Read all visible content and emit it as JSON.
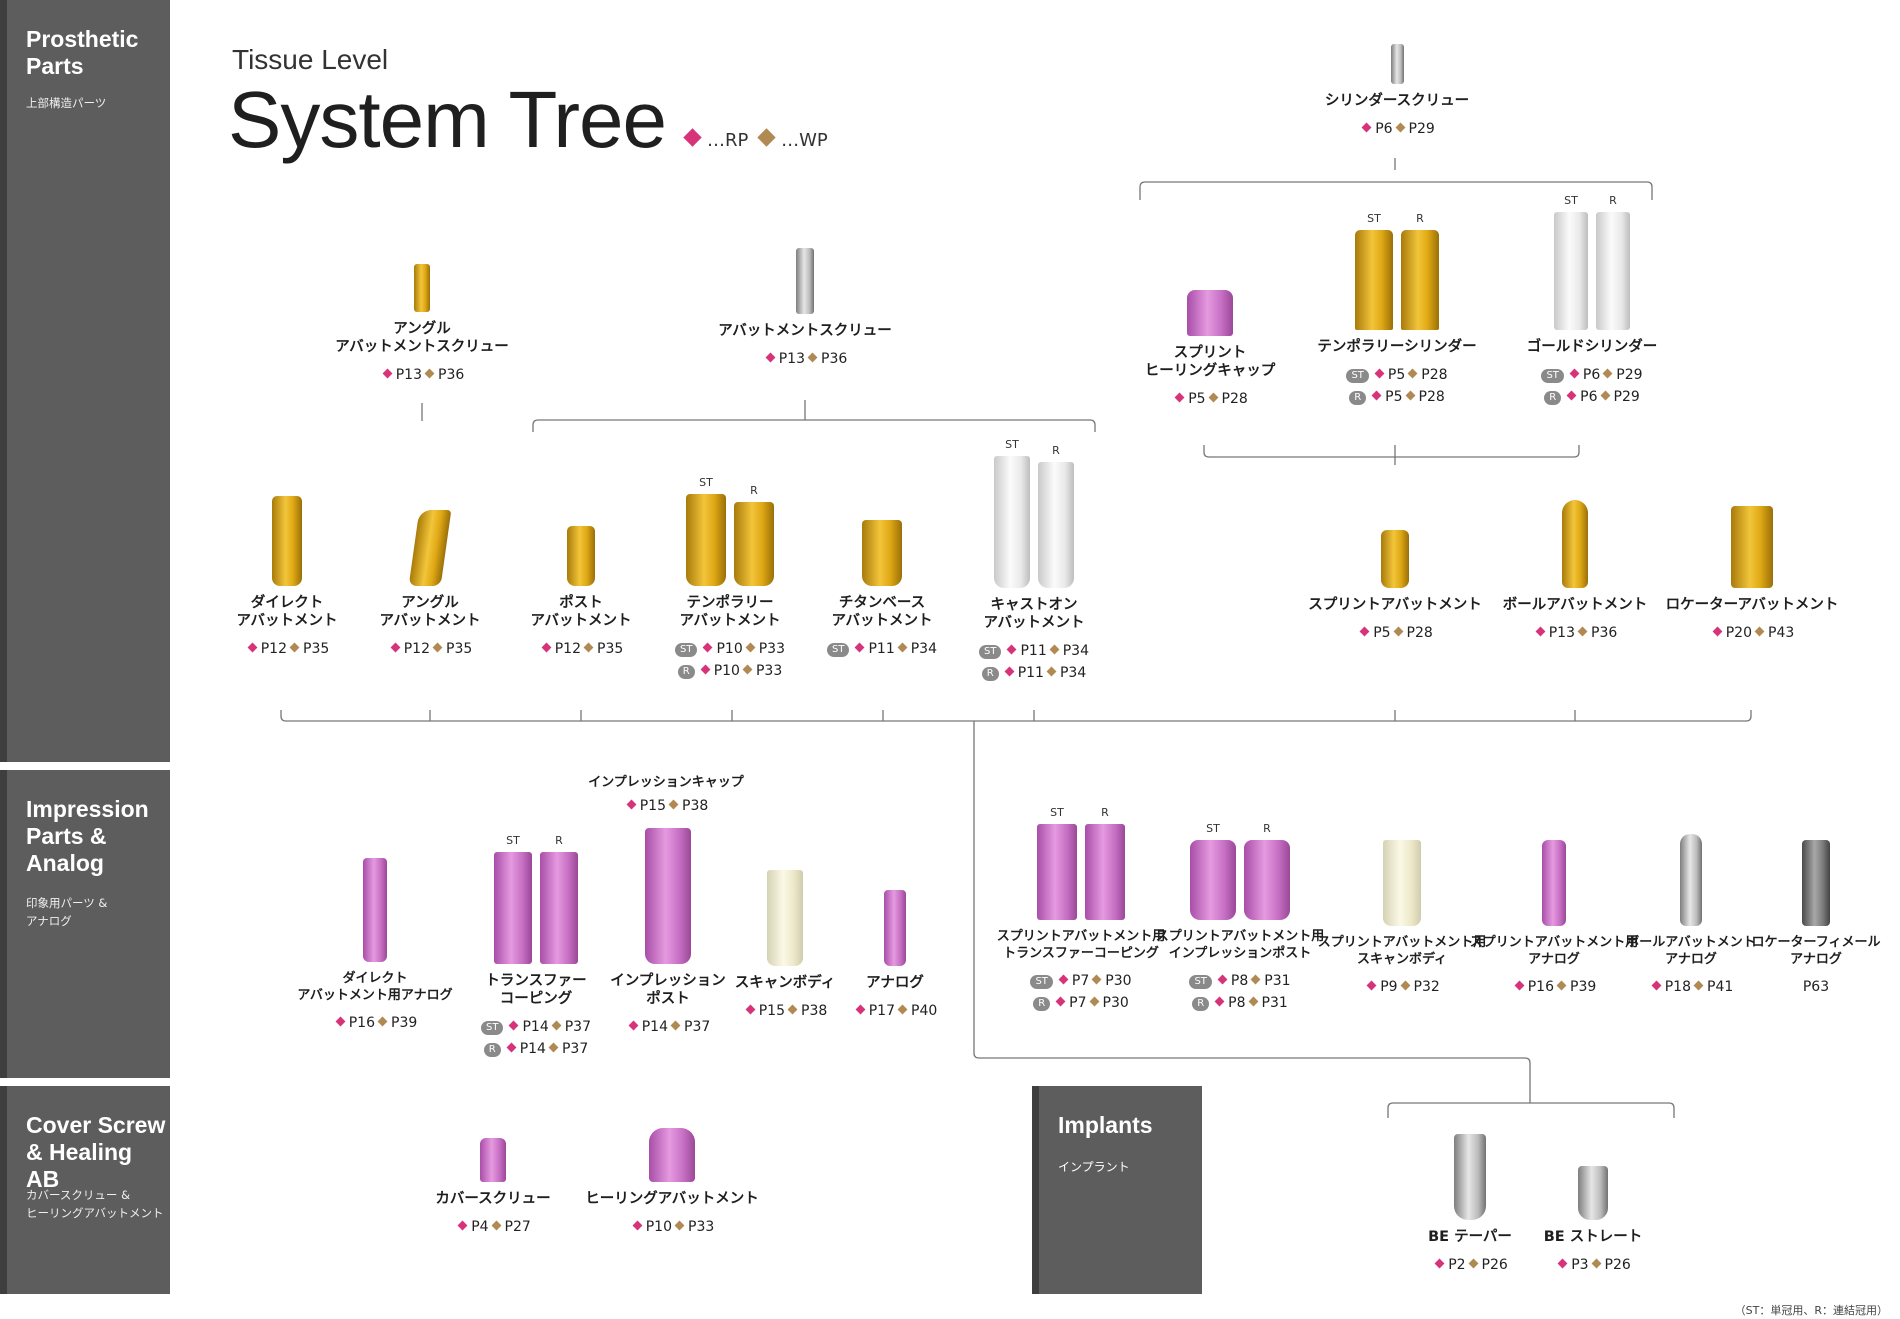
{
  "sidebar": {
    "prosthetic": {
      "title": "Prosthetic\nParts",
      "subtitle": "上部構造パーツ"
    },
    "impression": {
      "title": "Impression\nParts &\nAnalog",
      "subtitle": "印象用パーツ &\nアナログ"
    },
    "cover": {
      "title": "Cover Screw\n& Healing AB",
      "subtitle": "カバースクリュー &\nヒーリングアバットメント"
    },
    "implants": {
      "title": "Implants",
      "subtitle": "インプラント"
    }
  },
  "header": {
    "small_title": "Tissue Level",
    "big_title": "System Tree"
  },
  "legend": {
    "rp_label": "…RP",
    "wp_label": "…WP",
    "rp_color": "#d6337a",
    "wp_color": "#b08a52"
  },
  "variants": {
    "st": "ST",
    "r": "R"
  },
  "items": {
    "cylinder_screw": {
      "name": "シリンダースクリュー",
      "refs": [
        {
          "rp": "P6",
          "wp": "P29"
        }
      ]
    },
    "splint_healing_cap": {
      "name": "スプリント\nヒーリングキャップ",
      "refs": [
        {
          "rp": "P5",
          "wp": "P28"
        }
      ]
    },
    "temporary_cylinder": {
      "name": "テンポラリーシリンダー",
      "refs": [
        {
          "badge": "ST",
          "rp": "P5",
          "wp": "P28"
        },
        {
          "badge": "R",
          "rp": "P5",
          "wp": "P28"
        }
      ]
    },
    "gold_cylinder": {
      "name": "ゴールドシリンダー",
      "refs": [
        {
          "badge": "ST",
          "rp": "P6",
          "wp": "P29"
        },
        {
          "badge": "R",
          "rp": "P6",
          "wp": "P29"
        }
      ]
    },
    "angle_abutment_screw": {
      "name": "アングル\nアバットメントスクリュー",
      "refs": [
        {
          "rp": "P13",
          "wp": "P36"
        }
      ]
    },
    "abutment_screw": {
      "name": "アバットメントスクリュー",
      "refs": [
        {
          "rp": "P13",
          "wp": "P36"
        }
      ]
    },
    "direct_abutment": {
      "name": "ダイレクト\nアバットメント",
      "refs": [
        {
          "rp": "P12",
          "wp": "P35"
        }
      ]
    },
    "angle_abutment": {
      "name": "アングル\nアバットメント",
      "refs": [
        {
          "rp": "P12",
          "wp": "P35"
        }
      ]
    },
    "post_abutment": {
      "name": "ポスト\nアバットメント",
      "refs": [
        {
          "rp": "P12",
          "wp": "P35"
        }
      ]
    },
    "temporary_abutment": {
      "name": "テンポラリー\nアバットメント",
      "refs": [
        {
          "badge": "ST",
          "rp": "P10",
          "wp": "P33"
        },
        {
          "badge": "R",
          "rp": "P10",
          "wp": "P33"
        }
      ]
    },
    "titanium_base_abutment": {
      "name": "チタンベース\nアバットメント",
      "refs": [
        {
          "badge": "ST",
          "rp": "P11",
          "wp": "P34"
        }
      ]
    },
    "cast_on_abutment": {
      "name": "キャストオン\nアバットメント",
      "refs": [
        {
          "badge": "ST",
          "rp": "P11",
          "wp": "P34"
        },
        {
          "badge": "R",
          "rp": "P11",
          "wp": "P34"
        }
      ]
    },
    "splint_abutment": {
      "name": "スプリントアバットメント",
      "refs": [
        {
          "rp": "P5",
          "wp": "P28"
        }
      ]
    },
    "ball_abutment": {
      "name": "ボールアバットメント",
      "refs": [
        {
          "rp": "P13",
          "wp": "P36"
        }
      ]
    },
    "locator_abutment": {
      "name": "ロケーターアバットメント",
      "refs": [
        {
          "rp": "P20",
          "wp": "P43"
        }
      ]
    },
    "impression_cap": {
      "name": "インプレッションキャップ",
      "refs": [
        {
          "rp": "P15",
          "wp": "P38"
        }
      ]
    },
    "direct_abutment_analog": {
      "name": "ダイレクト\nアバットメント用アナログ",
      "refs": [
        {
          "rp": "P16",
          "wp": "P39"
        }
      ]
    },
    "transfer_coping": {
      "name": "トランスファー\nコーピング",
      "refs": [
        {
          "badge": "ST",
          "rp": "P14",
          "wp": "P37"
        },
        {
          "badge": "R",
          "rp": "P14",
          "wp": "P37"
        }
      ]
    },
    "impression_post": {
      "name": "インプレッション\nポスト",
      "refs": [
        {
          "rp": "P14",
          "wp": "P37"
        }
      ]
    },
    "scan_body": {
      "name": "スキャンボディ",
      "refs": [
        {
          "rp": "P15",
          "wp": "P38"
        }
      ]
    },
    "analog": {
      "name": "アナログ",
      "refs": [
        {
          "rp": "P17",
          "wp": "P40"
        }
      ]
    },
    "splint_transfer_coping": {
      "name": "スプリントアバットメント用\nトランスファーコーピング",
      "refs": [
        {
          "badge": "ST",
          "rp": "P7",
          "wp": "P30"
        },
        {
          "badge": "R",
          "rp": "P7",
          "wp": "P30"
        }
      ]
    },
    "splint_impression_post": {
      "name": "スプリントアバットメント用\nインプレッションポスト",
      "refs": [
        {
          "badge": "ST",
          "rp": "P8",
          "wp": "P31"
        },
        {
          "badge": "R",
          "rp": "P8",
          "wp": "P31"
        }
      ]
    },
    "splint_scan_body": {
      "name": "スプリントアバットメント用\nスキャンボディ",
      "refs": [
        {
          "rp": "P9",
          "wp": "P32"
        }
      ]
    },
    "splint_analog": {
      "name": "スプリントアバットメント用\nアナログ",
      "refs": [
        {
          "rp": "P16",
          "wp": "P39"
        }
      ]
    },
    "ball_abutment_analog": {
      "name": "ボールアバットメント\nアナログ",
      "refs": [
        {
          "rp": "P18",
          "wp": "P41"
        }
      ]
    },
    "locator_female_analog": {
      "name": "ロケーターフィメール\nアナログ",
      "refs": [
        {
          "plain": "P63"
        }
      ]
    },
    "cover_screw": {
      "name": "カバースクリュー",
      "refs": [
        {
          "rp": "P4",
          "wp": "P27"
        }
      ]
    },
    "healing_abutment": {
      "name": "ヒーリングアバットメント",
      "refs": [
        {
          "rp": "P10",
          "wp": "P33"
        }
      ]
    },
    "be_taper": {
      "name": "BE テーパー",
      "refs": [
        {
          "rp": "P2",
          "wp": "P26"
        }
      ]
    },
    "be_straight": {
      "name": "BE ストレート",
      "refs": [
        {
          "rp": "P3",
          "wp": "P26"
        }
      ]
    }
  },
  "footnote": "（ST：単冠用、R：連結冠用）"
}
